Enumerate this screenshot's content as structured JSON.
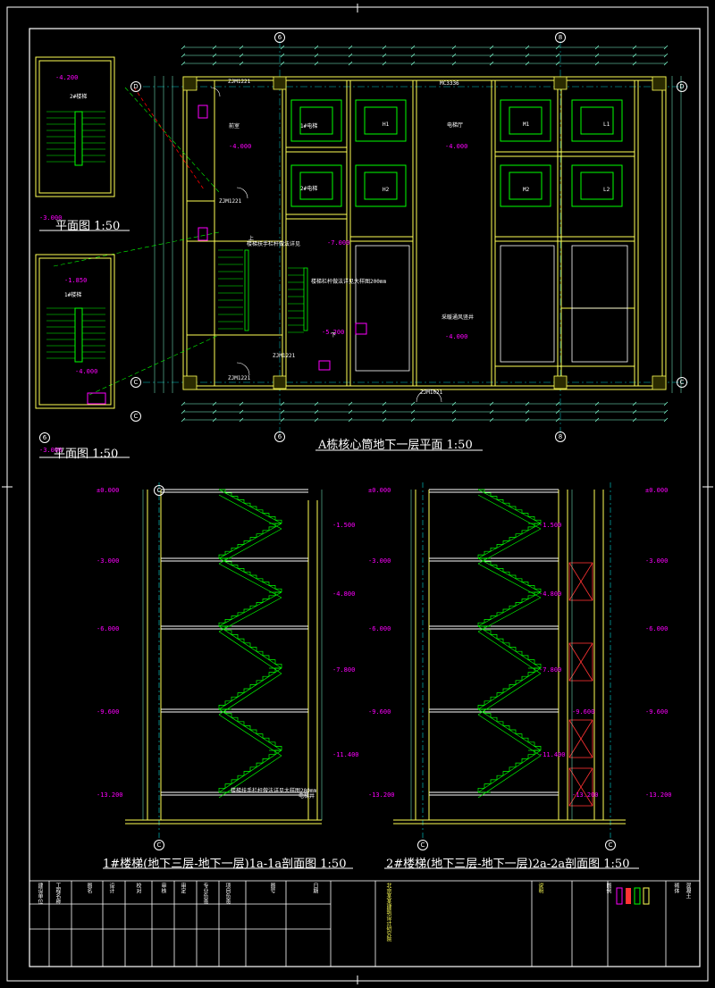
{
  "titles": {
    "plan_main": "A栋核心筒地下一层平面  1:50",
    "plan_small_top": "平面图  1:50",
    "plan_small_bottom": "平面图  1:50",
    "section_1": "1#楼梯(地下三层-地下一层)1a-1a剖面图  1:50",
    "section_2": "2#楼梯(地下三层-地下一层)2a-2a剖面图  1:50"
  },
  "grid_axes": {
    "top_left": "6",
    "top_right": "8",
    "bottom_left": "6",
    "bottom_right": "8",
    "left_top": "D",
    "left_bottom": "C",
    "right_top": "D",
    "right_bottom": "C",
    "small_plan_d": "D",
    "small_plan_c": "C",
    "small_plan_6": "6",
    "section1_axis": "C",
    "section1_axis_b": "C",
    "section2_axis": "C",
    "section2_axis_b": "C"
  },
  "plan_labels": {
    "door_top": "ZJM1221",
    "door_mid": "ZJM1221",
    "door_low": "ZJM1221",
    "door_bottom": "ZJM1221",
    "door_right_bottom": "ZJM1021",
    "door_mc": "MC3336",
    "lift_1": "1#电梯",
    "lift_2": "2#电梯",
    "lift_h1": "H1",
    "lift_h2": "H2",
    "lift_m1": "M1",
    "lift_m2": "M2",
    "lift_l1": "L1",
    "lift_l2": "L2",
    "lobby": "电梯厅",
    "shaft": "采暖通风竖井",
    "duct": "前室",
    "stair_2": "2#楼梯",
    "stair_1": "1#楼梯",
    "elev_m4000_a": "-4.000",
    "elev_m4000_b": "-4.000",
    "elev_m4000_c": "-4.000",
    "elev_m4000_d": "-4.000",
    "elev_m4200": "-4.200",
    "elev_m7000": "-7.000",
    "elev_m5200": "-5.200",
    "elev_m3000_a": "-3.000",
    "elev_m3000_b": "-3.000",
    "elev_m1850": "-1.850",
    "note_a": "楼梯扶手栏杆做法详见",
    "note_b": "楼梯栏杆做法详见大样图200mm",
    "up": "上",
    "down": "下"
  },
  "section_labels": {
    "s1_0000": "±0.000",
    "s1_m3000": "-3.000",
    "s1_m6000": "-6.000",
    "s1_m9600": "-9.600",
    "s1_m13200": "-13.200",
    "s1_r1500": "-1.500",
    "s1_r4800": "-4.800",
    "s1_r7800": "-7.800",
    "s1_r11400": "-11.400",
    "s2_0000": "±0.000",
    "s2_m3000": "-3.000",
    "s2_m6000": "-6.000",
    "s2_m9600": "-9.600",
    "s2_m13200": "-13.200",
    "s2_i1500": "-1.500",
    "s2_i4800": "-4.800",
    "s2_i7800": "-7.800",
    "s2_i9600": "-9.600",
    "s2_i11400": "-11.400",
    "s2_i13200": "-13.200",
    "s2_r0000": "±0.000",
    "s2_r3000": "-3.000",
    "s2_r6000": "-6.000",
    "s2_r9600": "-9.600",
    "s2_r13200": "-13.200",
    "lift_shaft": "电梯井",
    "note_rail": "楼梯扶手栏杆做法详见大样图200mm"
  },
  "title_block": {
    "c1": "建设单位",
    "c2": "工程名称",
    "c3": "图名",
    "c4": "设计",
    "c5": "校对",
    "c6": "审核",
    "c7": "审定",
    "c8": "专业负责",
    "c9": "项目负责",
    "c10": "图号",
    "c11": "日期",
    "c12": "北京某某建筑设计研究院",
    "c13": "说明",
    "c14": "图例",
    "c15": "混凝土",
    "c16": "砌体"
  },
  "colors": {
    "background": "#000000",
    "wall": "#ffff55",
    "stair": "#00ff00",
    "elevation": "#ff00ff",
    "grid": "#00ffff",
    "text": "#ffffff",
    "dim": "#7fffd4",
    "red": "#ff3333"
  }
}
